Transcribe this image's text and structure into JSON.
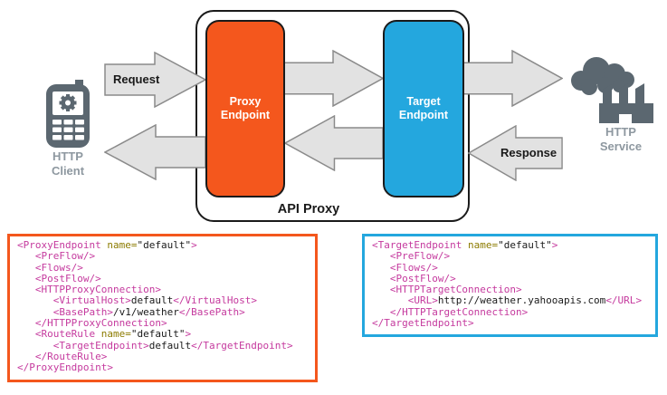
{
  "diagram": {
    "api_proxy_label": "API Proxy",
    "proxy_endpoint": {
      "line1": "Proxy",
      "line2": "Endpoint"
    },
    "target_endpoint": {
      "line1": "Target",
      "line2": "Endpoint"
    },
    "request_label": "Request",
    "response_label": "Response",
    "http_client": {
      "line1": "HTTP",
      "line2": "Client"
    },
    "http_service": {
      "line1": "HTTP",
      "line2": "Service"
    }
  },
  "colors": {
    "proxy_endpoint_orange": "#F4571D",
    "target_endpoint_blue": "#24A7DE",
    "arrow_fill": "#E2E2E2",
    "arrow_stroke": "#8A8A8A",
    "icon_slate": "#5B6770",
    "icon_label_gray": "#8E98A0",
    "code_tag": "#C53A9E",
    "code_attr": "#8C7B00",
    "text_black": "#1A1A1A"
  },
  "code_blocks": {
    "proxy": {
      "lines": [
        "<ProxyEndpoint name=\"default\">",
        "   <PreFlow/>",
        "   <Flows/>",
        "   <PostFlow/>",
        "   <HTTPProxyConnection>",
        "      <VirtualHost>default</VirtualHost>",
        "      <BasePath>/v1/weather</BasePath>",
        "   </HTTPProxyConnection>",
        "   <RouteRule name=\"default\">",
        "      <TargetEndpoint>default</TargetEndpoint>",
        "   </RouteRule>",
        "</ProxyEndpoint>"
      ]
    },
    "target": {
      "lines": [
        "<TargetEndpoint name=\"default\">",
        "   <PreFlow/>",
        "   <Flows/>",
        "   <PostFlow/>",
        "   <HTTPTargetConnection>",
        "      <URL>http://weather.yahooapis.com</URL>",
        "   </HTTPTargetConnection>",
        "</TargetEndpoint>"
      ]
    }
  }
}
